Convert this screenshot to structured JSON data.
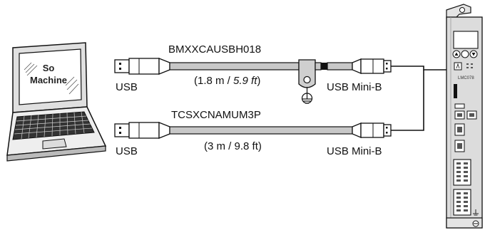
{
  "laptop": {
    "screen_text_line1": "So",
    "screen_text_line2": "Machine"
  },
  "cable1": {
    "part_number": "BMXXCAUSBH018",
    "length_metric": "(1.8 m / ",
    "length_imperial": "5.9 ft",
    "length_close": ")",
    "left_connector": "USB",
    "right_connector": "USB Mini-B"
  },
  "cable2": {
    "part_number": "TCSXCNAMUM3P",
    "length": "(3 m / 9.8 ft)",
    "left_connector": "USB",
    "right_connector": "USB Mini-B"
  },
  "controller": {
    "model_label": "LMC078"
  },
  "icons": [
    "laptop-icon",
    "usb-a-plug-icon",
    "usb-mini-b-plug-icon",
    "ferrite-clamp-icon",
    "ground-symbol-icon",
    "controller-module-icon"
  ],
  "colors": {
    "line": "#111111",
    "cable": "#c8c8c8",
    "module": "#dcdcdc"
  }
}
